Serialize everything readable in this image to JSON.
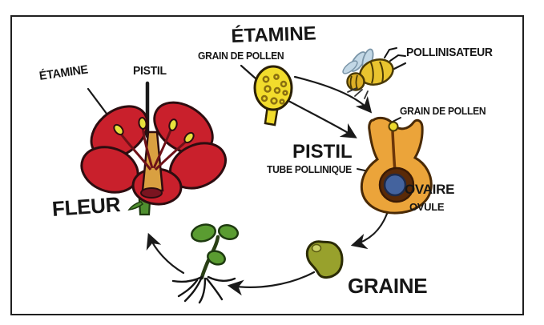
{
  "diagram": {
    "subject": "cycle de reproduction de la plante a fleurs"
  },
  "labels": {
    "flower_parts": {
      "etamine": "ÉTAMINE",
      "pistil": "PISTIL"
    },
    "stages": {
      "fleur": "FLEUR",
      "etamine_heading": "ÉTAMINE",
      "pistil_heading": "PISTIL",
      "graine": "GRAINE"
    },
    "annotations": {
      "grain_de_pollen_top": "GRAIN DE POLLEN",
      "pollinisateur": "POLLINISATEUR",
      "grain_de_pollen_right": "GRAIN DE POLLEN",
      "tube_pollinique": "TUBE POLLINIQUE",
      "ovaire": "OVAIRE",
      "ovule": "OVULE"
    }
  },
  "colors": {
    "ink": "#1a1a1a",
    "petal_red": "#c9202c",
    "flower_center_amber": "#d9a041",
    "stamen_yellow": "#e7e23c",
    "stem_green": "#4f8f2f",
    "leaf_green": "#5a9c31",
    "pollen_yellow": "#f2dc2c",
    "bee_yellow": "#e9c42f",
    "wing_blue": "#c3d8e6",
    "pistil_orange": "#eba43a",
    "ovary_brown": "#5a2a08",
    "ovule_blue": "#44639e",
    "seed_olive": "#98a12c"
  }
}
